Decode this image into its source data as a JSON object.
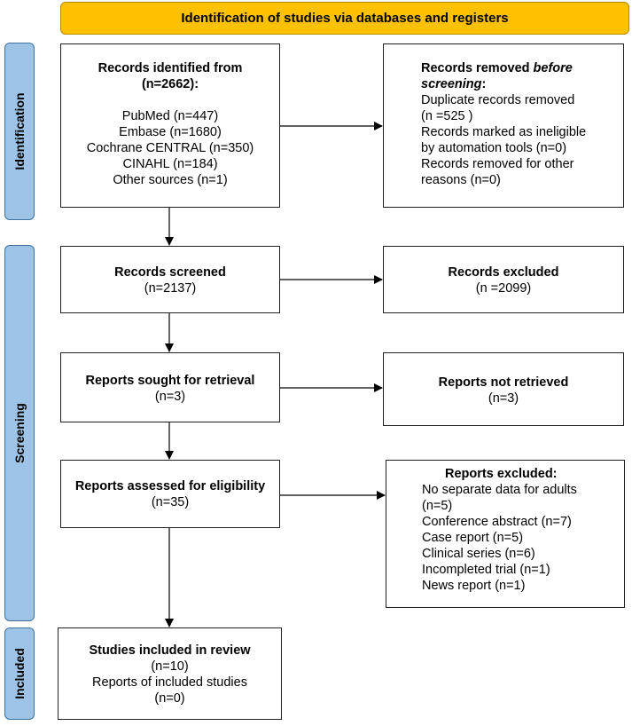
{
  "header": {
    "title": "Identification of studies via databases and registers"
  },
  "phases": {
    "identification": "Identification",
    "screening": "Screening",
    "included": "Included"
  },
  "records_identified": {
    "title": "Records identified from",
    "count": "(n=2662):",
    "sources": [
      "PubMed (n=447)",
      "Embase (n=1680)",
      "Cochrane CENTRAL (n=350)",
      "CINAHL (n=184)",
      "Other sources (n=1)"
    ]
  },
  "records_removed": {
    "title_prefix": "Records removed ",
    "title_italic": "before",
    "title_line2": "screening",
    "title_colon": ":",
    "lines": [
      "Duplicate records removed",
      "(n =525 )",
      "Records marked as ineligible",
      "by automation tools (n=0)",
      "Records removed for other",
      "reasons (n=0)"
    ]
  },
  "records_screened": {
    "title": "Records screened",
    "count": "(n=2137)"
  },
  "records_excluded": {
    "title": "Records excluded",
    "count": "(n =2099)"
  },
  "reports_sought": {
    "title": "Reports sought for retrieval",
    "count": "(n=3)"
  },
  "reports_not_retrieved": {
    "title": "Reports not retrieved",
    "count": "(n=3)"
  },
  "reports_assessed": {
    "title": "Reports assessed for eligibility",
    "count": "(n=35)"
  },
  "reports_excluded": {
    "title": "Reports excluded:",
    "lines": [
      "No separate data for adults",
      "(n=5)",
      "Conference abstract (n=7)",
      "Case report (n=5)",
      "Clinical series (n=6)",
      "Incompleted trial (n=1)",
      "News report (n=1)"
    ]
  },
  "studies_included": {
    "title": "Studies included in review",
    "count": "(n=10)",
    "line3": "Reports of included studies",
    "line4": "(n=0)"
  }
}
